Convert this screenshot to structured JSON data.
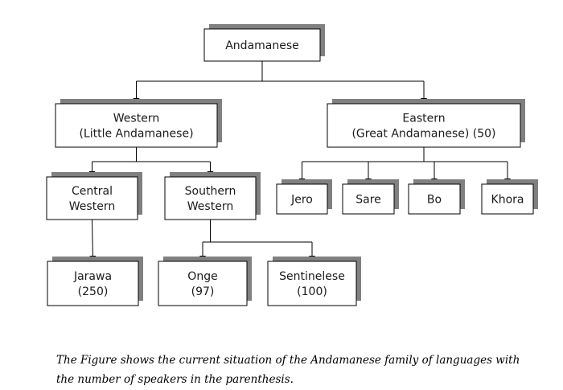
{
  "tree": {
    "nodes": [
      {
        "id": "andamanese",
        "lines": [
          "Andamanese"
        ]
      },
      {
        "id": "western",
        "lines": [
          "Western",
          "(Little Andamanese)"
        ]
      },
      {
        "id": "eastern",
        "lines": [
          "Eastern",
          "(Great Andamanese) (50)"
        ]
      },
      {
        "id": "central-western",
        "lines": [
          "Central",
          "Western"
        ]
      },
      {
        "id": "southern-western",
        "lines": [
          "Southern",
          "Western"
        ]
      },
      {
        "id": "jero",
        "lines": [
          "Jero"
        ]
      },
      {
        "id": "sare",
        "lines": [
          "Sare"
        ]
      },
      {
        "id": "bo",
        "lines": [
          "Bo"
        ]
      },
      {
        "id": "khora",
        "lines": [
          "Khora"
        ]
      },
      {
        "id": "jarawa",
        "lines": [
          "Jarawa",
          "(250)"
        ]
      },
      {
        "id": "onge",
        "lines": [
          "Onge",
          "(97)"
        ]
      },
      {
        "id": "sentinelese",
        "lines": [
          "Sentinelese",
          "(100)"
        ]
      }
    ],
    "edges": [
      {
        "from": "andamanese",
        "to": [
          "western",
          "eastern"
        ]
      },
      {
        "from": "western",
        "to": [
          "central-western",
          "southern-western"
        ]
      },
      {
        "from": "eastern",
        "to": [
          "jero",
          "sare",
          "bo",
          "khora"
        ]
      },
      {
        "from": "central-western",
        "to": [
          "jarawa"
        ]
      },
      {
        "from": "southern-western",
        "to": [
          "onge",
          "sentinelese"
        ]
      }
    ]
  },
  "caption": {
    "line1": "The Figure shows the current situation of the Andamanese family of languages with",
    "line2": "the number of speakers in the parenthesis."
  }
}
